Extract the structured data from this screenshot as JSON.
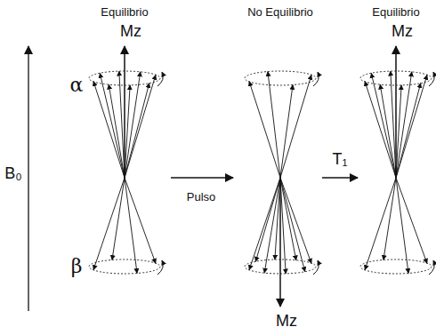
{
  "diagram": {
    "labels": [
      "Equilibrio",
      "No Equilibrio",
      "Equilibrio",
      "Mz",
      "Mz",
      "α",
      "B₀",
      "Pulso",
      "T₁",
      "β",
      "Mz"
    ]
  }
}
